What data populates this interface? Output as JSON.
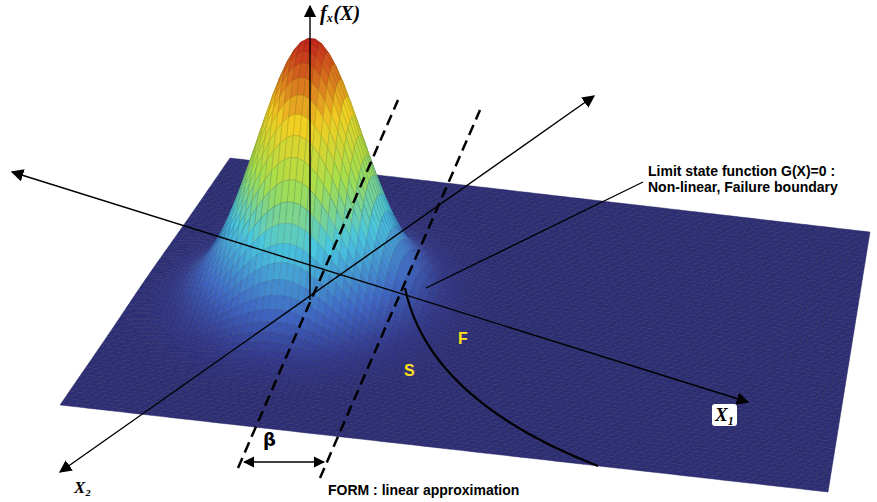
{
  "diagram": {
    "labels": [
      "fₓ(X)",
      "Limit state function G(X)=0 : Non-linear, Failure boundary",
      "F",
      "S",
      "X₁",
      "X₂",
      "β",
      "FORM : linear approximation"
    ]
  }
}
